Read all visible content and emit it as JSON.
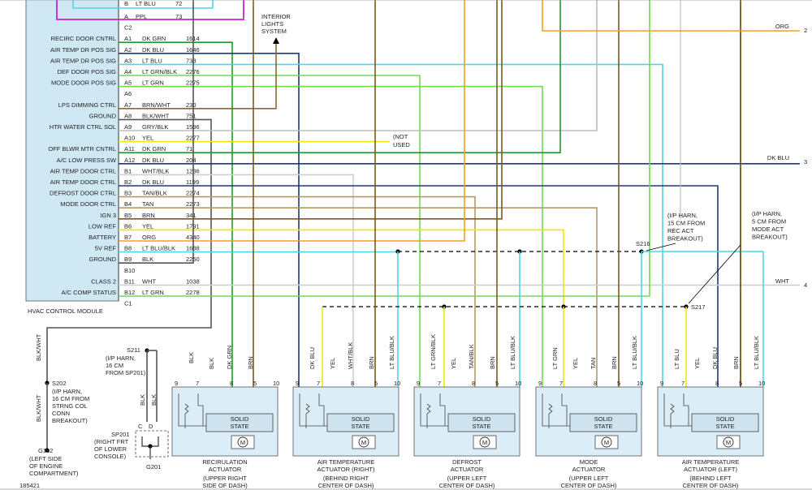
{
  "module": {
    "name": "HVAC CONTROL MODULE",
    "pins": [
      {
        "label": "",
        "pin": "A",
        "color": "PPL",
        "circuit": "73",
        "wire": "#d21fd2"
      },
      {
        "label": "",
        "pin": "C2",
        "color": "",
        "circuit": "",
        "wire": ""
      },
      {
        "label": "RECIRC DOOR CNTRL",
        "pin": "A1",
        "color": "DK GRN",
        "circuit": "1614",
        "wire": "#1f9a2a"
      },
      {
        "label": "AIR TEMP DR POS SIG",
        "pin": "A2",
        "color": "DK BLU",
        "circuit": "1646",
        "wire": "#1e3a78"
      },
      {
        "label": "AIR TEMP DR POS SIG",
        "pin": "A3",
        "color": "LT BLU",
        "circuit": "733",
        "wire": "#4fd6e6"
      },
      {
        "label": "DEF DOOR POS SIG",
        "pin": "A4",
        "color": "LT GRN/BLK",
        "circuit": "2276",
        "wire": "#6adf4a"
      },
      {
        "label": "MODE DOOR POS SIG",
        "pin": "A5",
        "color": "LT GRN",
        "circuit": "2275",
        "wire": "#6adf4a"
      },
      {
        "label": "",
        "pin": "A6",
        "color": "",
        "circuit": "",
        "wire": ""
      },
      {
        "label": "LPS DIMMING CTRL",
        "pin": "A7",
        "color": "BRN/WHT",
        "circuit": "230",
        "wire": "#8a6a2a"
      },
      {
        "label": "GROUND",
        "pin": "A8",
        "color": "BLK/WHT",
        "circuit": "751",
        "wire": "#555555"
      },
      {
        "label": "HTR WATER CTRL SOL",
        "pin": "A9",
        "color": "GRY/BLK",
        "circuit": "1596",
        "wire": "#bdbdbd"
      },
      {
        "label": "",
        "pin": "A10",
        "color": "YEL",
        "circuit": "2277",
        "wire": "#f2e600"
      },
      {
        "label": "OFF BLWR MTR CNTRL",
        "pin": "A11",
        "color": "DK GRN",
        "circuit": "71",
        "wire": "#1f9a2a"
      },
      {
        "label": "A/C LOW PRESS SW",
        "pin": "A12",
        "color": "DK BLU",
        "circuit": "204",
        "wire": "#1e3a78"
      },
      {
        "label": "AIR TEMP DOOR CTRL",
        "pin": "B1",
        "color": "WHT/BLK",
        "circuit": "1236",
        "wire": "#cfcfcf"
      },
      {
        "label": "AIR TEMP DOOR CTRL",
        "pin": "B2",
        "color": "DK BLU",
        "circuit": "1199",
        "wire": "#1e3a78"
      },
      {
        "label": "DEFROST DOOR CTRL",
        "pin": "B3",
        "color": "TAN/BLK",
        "circuit": "2274",
        "wire": "#b49a6a"
      },
      {
        "label": "MODE DOOR CTRL",
        "pin": "B4",
        "color": "TAN",
        "circuit": "2273",
        "wire": "#b49a6a"
      },
      {
        "label": "IGN 3",
        "pin": "B5",
        "color": "BRN",
        "circuit": "341",
        "wire": "#7a5a1e"
      },
      {
        "label": "LOW REF",
        "pin": "B6",
        "color": "YEL",
        "circuit": "1791",
        "wire": "#f2e600"
      },
      {
        "label": "BATTERY",
        "pin": "B7",
        "color": "ORG",
        "circuit": "4340",
        "wire": "#f0a020"
      },
      {
        "label": "5V REF",
        "pin": "B8",
        "color": "LT BLU/BLK",
        "circuit": "1688",
        "wire": "#4fd6e6"
      },
      {
        "label": "GROUND",
        "pin": "B9",
        "color": "BLK",
        "circuit": "2250",
        "wire": "#555555"
      },
      {
        "label": "",
        "pin": "B10",
        "color": "",
        "circuit": "",
        "wire": ""
      },
      {
        "label": "CLASS 2",
        "pin": "B11",
        "color": "WHT",
        "circuit": "1038",
        "wire": "#cfcfcf"
      },
      {
        "label": "A/C COMP STATUS",
        "pin": "B12",
        "color": "LT GRN",
        "circuit": "2278",
        "wire": "#6adf4a"
      },
      {
        "label": "",
        "pin": "C1",
        "color": "",
        "circuit": "",
        "wire": ""
      }
    ]
  },
  "top_partial_pin": {
    "pin": "B",
    "color": "LT BLU",
    "circuit": "72"
  },
  "interior_lights": [
    "INTERIOR",
    "LIGHTS",
    "SYSTEM"
  ],
  "not_used": [
    "(NOT",
    "USED"
  ],
  "right_edge": [
    {
      "label": "ORG",
      "num": "2"
    },
    {
      "label": "DK BLU",
      "num": "3"
    },
    {
      "label": "WHT",
      "num": "4"
    }
  ],
  "splices": {
    "s216": {
      "id": "S216",
      "note": [
        "(I/P HARN,",
        "15 CM FROM",
        "REC ACT",
        "BREAKOUT)"
      ]
    },
    "s217": {
      "id": "S217",
      "note": [
        "(I/P HARN,",
        "5 CM FROM",
        "MODE ACT",
        "BREAKOUT)"
      ]
    },
    "s211": {
      "id": "S211",
      "note": [
        "(I/P HARN,",
        "16 CM",
        "FROM SP201)"
      ]
    },
    "s202": {
      "id": "S202",
      "note": [
        "(I/P HARN,",
        "16 CM FROM",
        "STRNG COL",
        "CONN",
        "BREAKOUT)"
      ]
    },
    "sp201": {
      "id": "SP201",
      "note": [
        "(RIGHT FRT",
        "OF LOWER",
        "CONSOLE)"
      ]
    },
    "g201": {
      "id": "G201"
    },
    "g102": {
      "id": "G102",
      "note": [
        "(LEFT SIDE",
        "OF ENGINE",
        "COMPARTMENT)"
      ]
    }
  },
  "left_wires": {
    "blk_wht_1": "BLK/WHT",
    "blk_wht_2": "BLK/WHT",
    "blk_1": "BLK",
    "blk_2": "BLK",
    "blk_3": "BLK",
    "c": "C",
    "d": "D"
  },
  "actuators": [
    {
      "name": [
        "RECIRULATION",
        "ACTUATOR"
      ],
      "loc": [
        "(UPPER RIGHT",
        "SIDE OF DASH)"
      ],
      "wires": [
        "BLK",
        "DK GRN",
        "BRN"
      ],
      "pins": [
        "9",
        "7",
        "8",
        "5",
        "10"
      ]
    },
    {
      "name": [
        "AIR TEMPERATURE",
        "ACTUATOR (RIGHT)"
      ],
      "loc": [
        "(BEHIND RIGHT",
        "CENTER OF DASH)"
      ],
      "wires": [
        "DK BLU",
        "YEL",
        "WHT/BLK",
        "BRN",
        "LT BLU/BLK"
      ],
      "pins": [
        "9",
        "7",
        "8",
        "5",
        "10"
      ]
    },
    {
      "name": [
        "DEFROST",
        "ACTUATOR"
      ],
      "loc": [
        "(UPPER LEFT",
        "CENTER OF DASH)"
      ],
      "wires": [
        "LT GRN/BLK",
        "YEL",
        "TAN/BLK",
        "BRN",
        "LT BLU/BLK"
      ],
      "pins": [
        "9",
        "7",
        "8",
        "5",
        "10"
      ]
    },
    {
      "name": [
        "MODE",
        "ACTUATOR"
      ],
      "loc": [
        "(UPPER LEFT",
        "CENTER OF DASH)"
      ],
      "wires": [
        "LT GRN",
        "YEL",
        "TAN",
        "BRN",
        "LT BLU/BLK"
      ],
      "pins": [
        "9",
        "7",
        "8",
        "5",
        "10"
      ]
    },
    {
      "name": [
        "AIR TEMPERATURE",
        "ACTUATOR (LEFT)"
      ],
      "loc": [
        "(BEHIND LEFT",
        "CENTER OF DASH)"
      ],
      "wires": [
        "LT BLU",
        "YEL",
        "DK BLU",
        "BRN",
        "LT BLU/BLK"
      ],
      "pins": [
        "9",
        "7",
        "8",
        "5",
        "10"
      ]
    }
  ],
  "solid_state": [
    "SOLID",
    "STATE"
  ],
  "motor": "M",
  "figure_id": "185421"
}
